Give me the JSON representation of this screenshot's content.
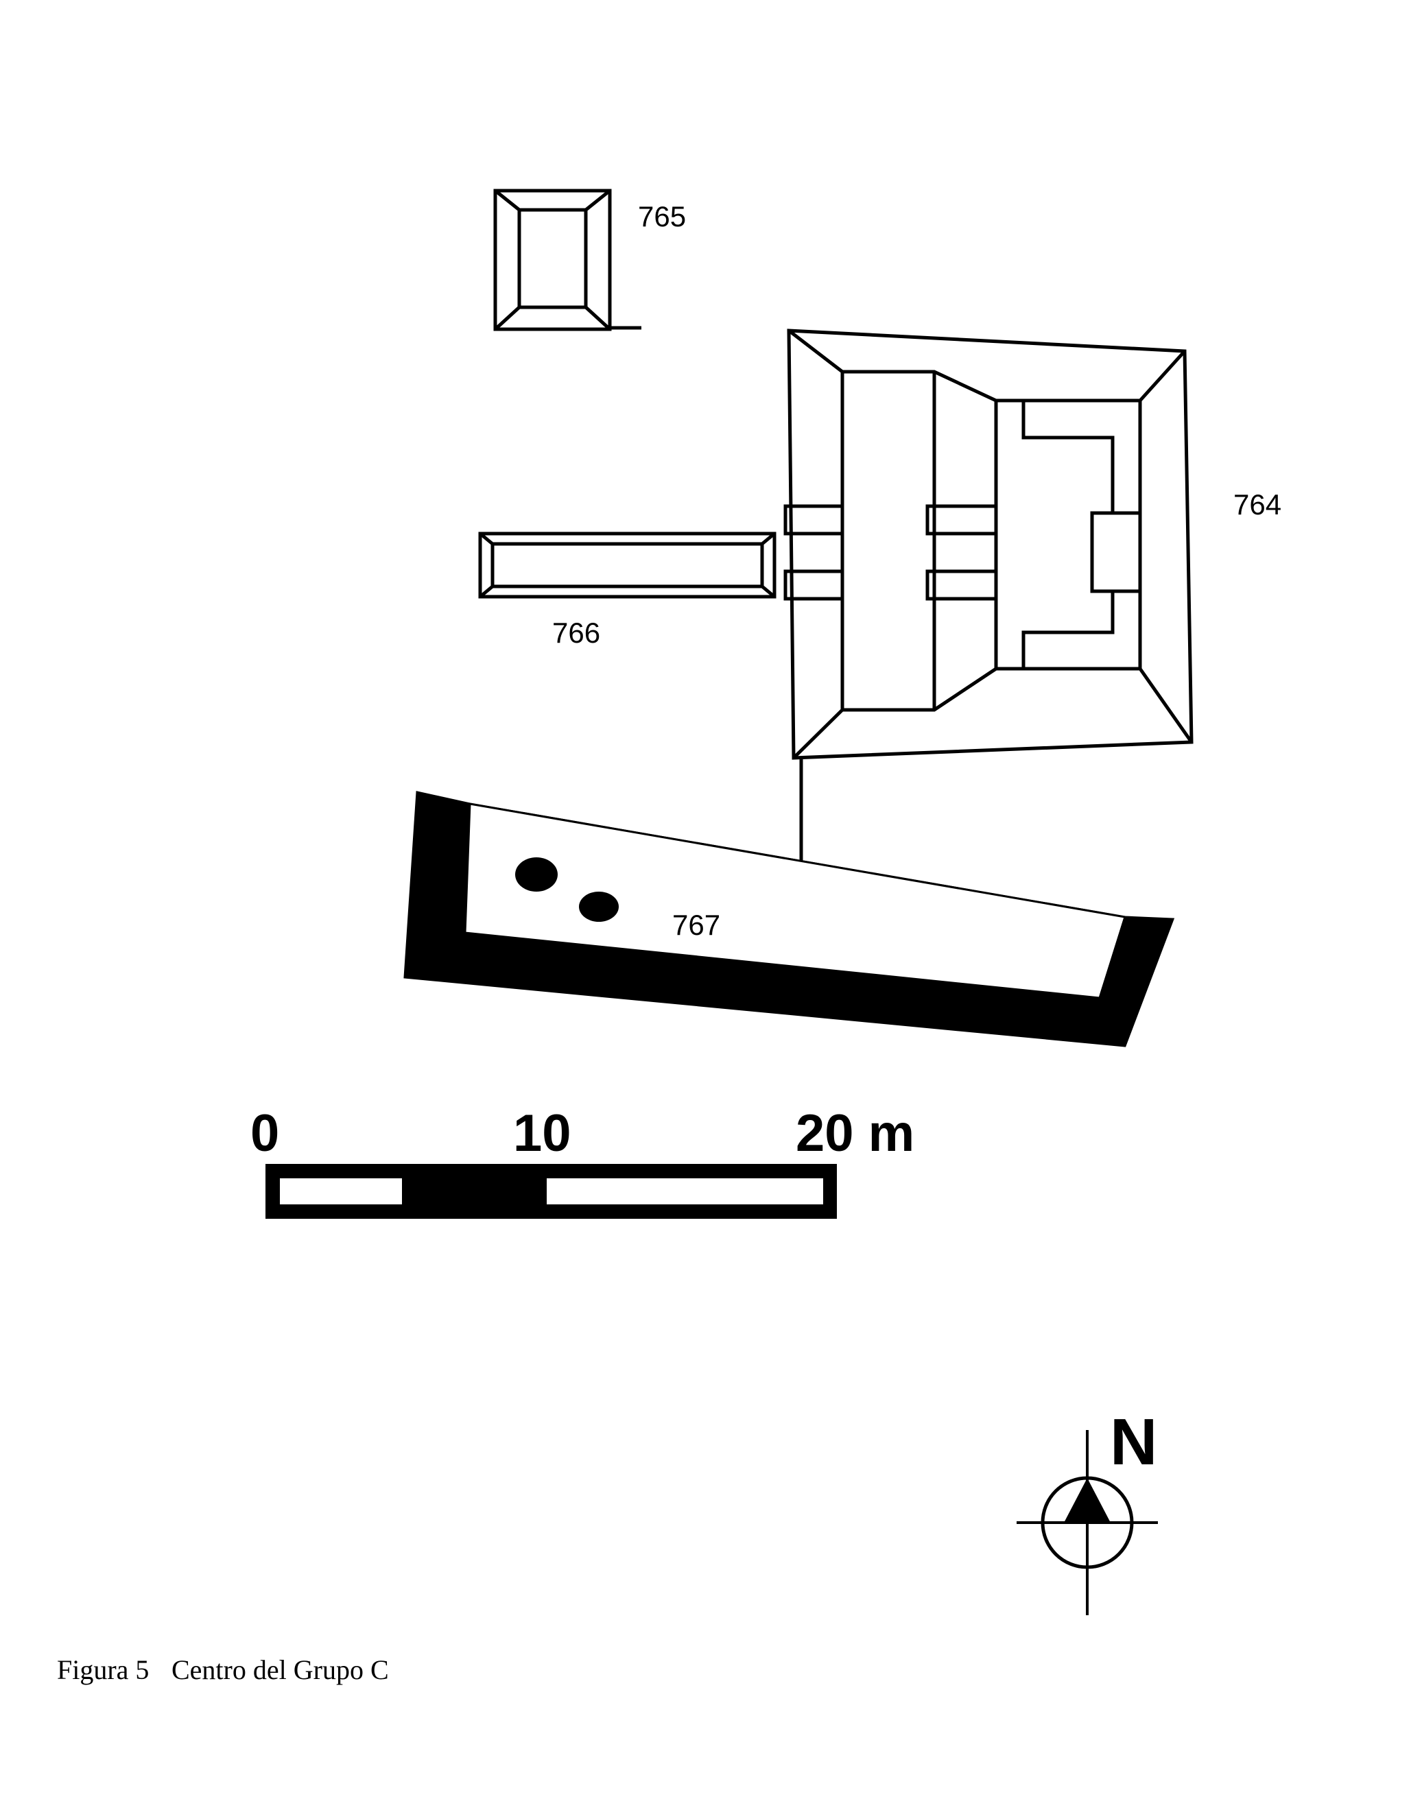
{
  "structures": {
    "s765": "765",
    "s764": "764",
    "s766": "766",
    "s767": "767"
  },
  "scale": {
    "tick_0": "0",
    "tick_10": "10",
    "tick_20": "20 m"
  },
  "north": {
    "label": "N"
  },
  "caption": {
    "figure": "Figura 5",
    "title": "Centro del Grupo C"
  }
}
